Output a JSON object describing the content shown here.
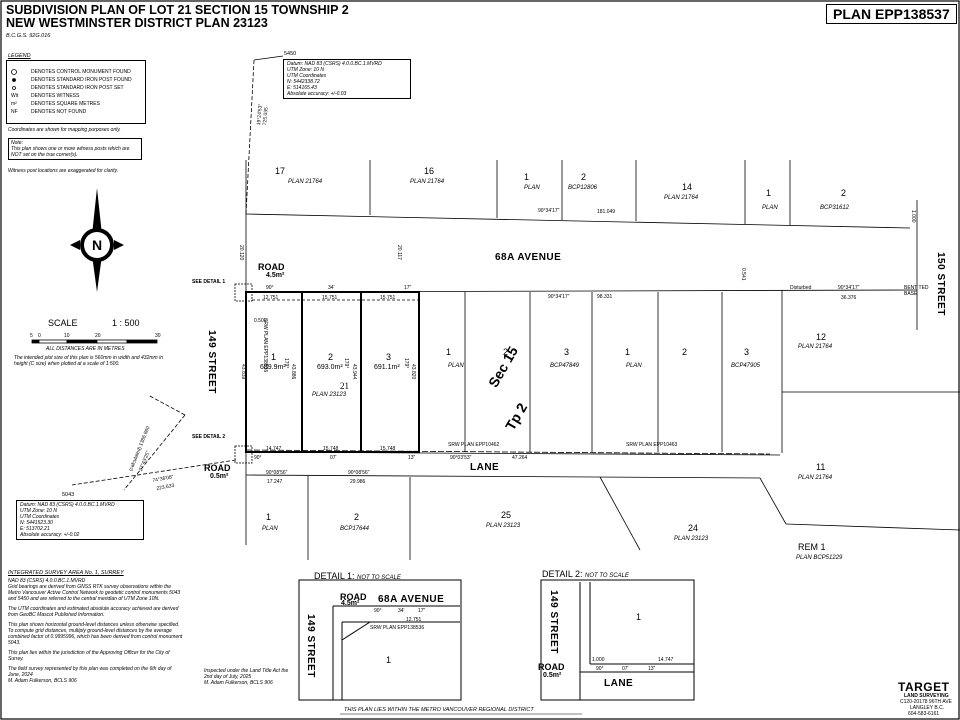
{
  "header": {
    "title_line1": "SUBDIVISION PLAN OF LOT 21 SECTION 15 TOWNSHIP 2",
    "title_line2": "NEW WESTMINSTER DISTRICT PLAN 23123",
    "bcgs": "B.C.G.S. 92G.016",
    "plan_number": "PLAN EPP138537"
  },
  "legend": {
    "title": "LEGEND",
    "items": [
      "DENOTES CONTROL MONUMENT FOUND",
      "DENOTES STANDARD IRON POST FOUND",
      "DENOTES STANDARD IRON POST SET",
      "DENOTES WITNESS",
      "DENOTES SQUARE METRES",
      "DENOTES NOT FOUND"
    ],
    "symbols": [
      "",
      "",
      "",
      "Wit",
      "m²",
      "NF"
    ],
    "coord_note": "Coordinates are shown for mapping purposes only.",
    "note_title": "Note:",
    "note_text": "This plan shows one or more witness posts which are NOT set on the true corner(s).",
    "witness_note": "Witness post locations are exaggerated for clarity."
  },
  "datum_top": {
    "label": "5450",
    "lines": [
      "Datum: NAD 83 (CSRS) 4.0.0.BC.1.MVRD",
      "UTM Zone: 10 N",
      "UTM Coordinates",
      "N: 5442338.72",
      "E: 514165.43",
      "Absolute accuracy: +/-0.03"
    ]
  },
  "datum_bottom": {
    "label": "5043",
    "lines": [
      "Datum: NAD 83 (CSRS) 4.0.0.BC.1.MVRD",
      "UTM Zone: 10 N",
      "UTM Coordinates",
      "N: 5441523.30",
      "E: 513702.21",
      "Absolute accuracy: +/-0.02"
    ]
  },
  "scale": {
    "label": "SCALE",
    "ratio": "1 : 500",
    "ticks": [
      "5",
      "0",
      "10",
      "20",
      "30"
    ],
    "units": "ALL DISTANCES ARE IN METRES",
    "plot_note": "The intended plot size of this plan is 560mm in width and 432mm in height (C size) when plotted at a scale of 1:500."
  },
  "streets": {
    "avenue": "68A AVENUE",
    "street_149": "149 STREET",
    "street_150": "150 STREET",
    "lane": "LANE",
    "road_top": "ROAD",
    "road_top_area": "4.5m²",
    "road_bottom": "ROAD",
    "road_bottom_area": "0.5m²"
  },
  "lots_north": [
    {
      "num": "17",
      "plan": "PLAN 21764"
    },
    {
      "num": "16",
      "plan": "PLAN 21764"
    },
    {
      "num": "1",
      "plan": "PLAN"
    },
    {
      "num": "2",
      "plan": "BCP12806"
    },
    {
      "num": "14",
      "plan": "PLAN 21764"
    },
    {
      "num": "1",
      "plan": "PLAN"
    },
    {
      "num": "2",
      "plan": "BCP31612"
    }
  ],
  "lots_new": [
    {
      "num": "1",
      "area": "689.9m²"
    },
    {
      "num": "2",
      "area": "693.0m²"
    },
    {
      "num": "3",
      "area": "691.1m²"
    }
  ],
  "parent": {
    "lot": "21",
    "plan": "PLAN 23123"
  },
  "lots_mid": [
    {
      "num": "1",
      "plan": "PLAN"
    },
    {
      "num": "2",
      "plan": ""
    },
    {
      "num": "3",
      "plan": "BCP47849"
    },
    {
      "num": "1",
      "plan": "PLAN"
    },
    {
      "num": "2",
      "plan": ""
    },
    {
      "num": "3",
      "plan": "BCP47905"
    },
    {
      "num": "12",
      "plan": "PLAN 21764"
    }
  ],
  "section": {
    "sec": "Sec 15",
    "tp": "Tp 2"
  },
  "lots_south": [
    {
      "num": "1",
      "plan": "PLAN"
    },
    {
      "num": "2",
      "plan": "BCP17644"
    },
    {
      "num": "25",
      "plan": "PLAN 23123"
    },
    {
      "num": "24",
      "plan": "PLAN 23123"
    },
    {
      "num": "11",
      "plan": "PLAN 21764"
    },
    {
      "num": "REM 1",
      "plan": "PLAN BCP51229"
    }
  ],
  "dims": {
    "top": [
      "90°",
      "34'",
      "17\"",
      "12.751",
      "15.751",
      "15.751"
    ],
    "bottom": [
      "14.747",
      "15.748",
      "15.748",
      "90°",
      "07'",
      "13\""
    ],
    "side": [
      "179°",
      "53'",
      "53\"",
      "179°",
      "54'",
      "45\"",
      "179°",
      "54'",
      "01\""
    ],
    "depth": [
      "43.886",
      "43.944",
      "43.820",
      "43.839"
    ],
    "avenue_north": [
      "90°34'17\"",
      "181.049"
    ],
    "avenue_south": [
      "90°34'17\"",
      "98.331"
    ],
    "east": [
      "90°34'17\"",
      "36.376"
    ],
    "lane_bearing": [
      "90°03'53\"",
      "47.264"
    ],
    "south_left": [
      "90°08'56\"",
      "17.247",
      "90°08'56\"",
      "29.986"
    ],
    "west_misc": [
      "20.120",
      "20.117",
      "0.500",
      "0.541",
      "1.000"
    ],
    "srw_top": "SRW PLAN EPP138536",
    "srw_lane_1": "SRW PLAN EPP10462",
    "srw_lane_2": "SRW PLAN EPP10463",
    "disturbed": "Disturbed",
    "bent": "BENT TED BASE"
  },
  "detail_labels": {
    "see1": "SEE DETAIL 1",
    "see2": "SEE DETAIL 2",
    "d1_title": "DETAIL 1:",
    "d1_scale": "NOT TO SCALE",
    "d2_title": "DETAIL 2:",
    "d2_scale": "NOT TO SCALE",
    "d1_lot": "1",
    "d2_lot": "1"
  },
  "integrated": {
    "title": "INTEGRATED SURVEY AREA No. 1, SURREY",
    "datum": "NAD 83 (CSRS) 4.0.0.BC.1.MVRD",
    "p1": "Grid bearings are derived from GNSS RTK survey observations within the Metro Vancouver Active Control Network to geodetic control monuments 5043 and 5450 and are referred to the central meridian of UTM Zone 10N.",
    "p2": "The UTM coordinates and estimated absolute accuracy achieved are derived from GeoBC Mascot Published Information.",
    "p3": "This plan shows horizontal ground-level distances unless otherwise specified. To compute grid distances, multiply ground-level distances by the average combined factor of 0.9995996, which has been derived from control monument 5043.",
    "p4": "This plan lies within the jurisdiction of the Approving Officer for the City of Surrey.",
    "p5": "The field survey represented by this plan was completed on the 6th day of June, 2024",
    "p5_sign": "M. Adam Fulkerson, BCLS 906",
    "inspected": "Inspected under the Land Title Act the 2nd day of July, 2025",
    "inspected_sign": "M. Adam Fulkerson, BCLS 906"
  },
  "footer": {
    "regional": "THIS PLAN LIES WITHIN THE METRO VANCOUVER REGIONAL DISTRICT",
    "company": "TARGET",
    "company_sub": "LAND SURVEYING",
    "addr1": "C120-20178 96TH AVE",
    "addr2": "LANGLEY B.C.",
    "phone": "604-583-6161"
  },
  "diag": {
    "top_bearing": "19°24'53\"",
    "top_dist": "725.035",
    "bottom_bearing": "27°43'25\"",
    "bottom_dist": "(calculated) 1386.860",
    "bottom_b2": "74°36'08\"",
    "bottom_d2": "223.633"
  }
}
